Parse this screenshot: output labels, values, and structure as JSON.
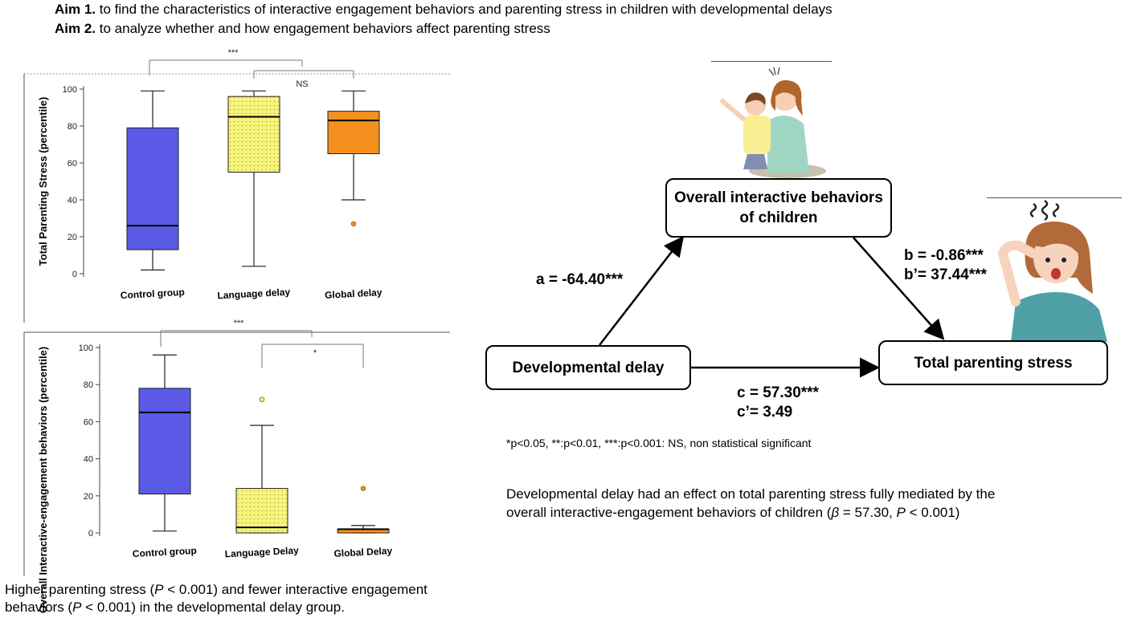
{
  "aims": [
    {
      "label": "Aim 1.",
      "text": " to find the characteristics of interactive engagement behaviors and parenting stress in children with developmental delays"
    },
    {
      "label": "Aim 2.",
      "text": " to analyze whether and how engagement behaviors affect parenting stress"
    }
  ],
  "chart_data": [
    {
      "type": "box",
      "ylabel": "Total Parenting Stress (percentile)",
      "ylim": [
        0,
        100
      ],
      "yticks": [
        0,
        20,
        40,
        60,
        80,
        100
      ],
      "categories": [
        "Control group",
        "Language delay",
        "Global delay"
      ],
      "boxes": [
        {
          "name": "Control group",
          "min": 2,
          "q1": 13,
          "median": 26,
          "q3": 79,
          "max": 99,
          "outliers": [],
          "color": "#5a5ae6",
          "pattern": "none"
        },
        {
          "name": "Language delay",
          "min": 4,
          "q1": 55,
          "median": 85,
          "q3": 96,
          "max": 99,
          "outliers": [],
          "color": "#f7f47a",
          "pattern": "dots"
        },
        {
          "name": "Global delay",
          "min": 40,
          "q1": 65,
          "median": 83,
          "q3": 88,
          "max": 99,
          "outliers": [
            27
          ],
          "color": "#f5901e",
          "pattern": "none"
        }
      ],
      "significance": [
        {
          "label": "***",
          "from": "Control group",
          "to": "Language delay + Global delay"
        },
        {
          "label": "NS",
          "from": "Language delay",
          "to": "Global delay"
        }
      ]
    },
    {
      "type": "box",
      "ylabel": "Overall Interactive-engagement behaviors (percentile)",
      "ylim": [
        0,
        100
      ],
      "yticks": [
        0,
        20,
        40,
        60,
        80,
        100
      ],
      "categories": [
        "Control group",
        "Language Delay",
        "Global Delay"
      ],
      "boxes": [
        {
          "name": "Control group",
          "min": 1,
          "q1": 21,
          "median": 65,
          "q3": 78,
          "max": 96,
          "outliers": [],
          "color": "#5a5ae6",
          "pattern": "none"
        },
        {
          "name": "Language Delay",
          "min": 0,
          "q1": 0,
          "median": 3,
          "q3": 24,
          "max": 58,
          "outliers": [
            72
          ],
          "color": "#f7f47a",
          "pattern": "dots"
        },
        {
          "name": "Global Delay",
          "min": 0,
          "q1": 0,
          "median": 2,
          "q3": 2,
          "max": 4,
          "outliers": [
            24
          ],
          "color": "#f5901e",
          "pattern": "none"
        }
      ],
      "significance": [
        {
          "label": "***",
          "from": "Control group",
          "to": "Language Delay + Global Delay"
        },
        {
          "label": "*",
          "from": "Language Delay",
          "to": "Global Delay"
        }
      ]
    }
  ],
  "captions": {
    "left_line1_a": "Higher parenting stress (",
    "p_symbol": "P",
    "left_line1_b": " < 0.001) and fewer interactive engagement",
    "left_line2_a": "behaviors (",
    "left_line2_b": " < 0.001) in the developmental delay group."
  },
  "mediation": {
    "nodes": {
      "mediator_line1": "Overall interactive behaviors",
      "mediator_line2": "of children",
      "predictor": "Developmental delay",
      "outcome": "Total parenting stress"
    },
    "paths": {
      "a": "a  =  -64.40***",
      "b": "b  =  -0.86***",
      "b_prime": "b’= 37.44***",
      "c": "c  =  57.30***",
      "c_prime": "c’= 3.49"
    },
    "footnote": "*p<0.05, **:p<0.01, ***:p<0.001: NS, non statistical significant",
    "summary_line1": "Developmental delay had an effect on total parenting stress fully mediated by the",
    "summary_line2_a": "overall interactive-engagement behaviors of children (",
    "beta_symbol": "β",
    "summary_line2_b": " = 57.30, ",
    "summary_line2_c": "P",
    "summary_line2_d": "  < 0.001)"
  },
  "colors": {
    "control": "#5a5ae6",
    "language": "#f7f47a",
    "global": "#f5901e"
  }
}
